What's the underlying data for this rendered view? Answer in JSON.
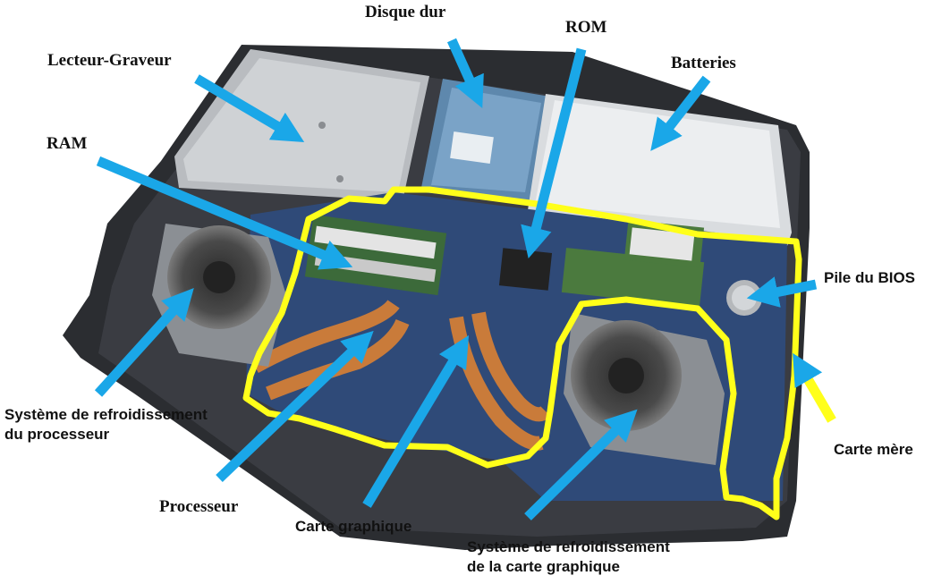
{
  "labels": {
    "hdd": "Disque dur",
    "rom": "ROM",
    "optical": "Lecteur-Graveur",
    "batteries": "Batteries",
    "ram": "RAM",
    "bios": "Pile du BIOS",
    "cpu_cooling_line1": "Système de refroidissement",
    "cpu_cooling_line2": "du processeur",
    "motherboard": "Carte mère",
    "processor": "Processeur",
    "gpu": "Carte graphique",
    "gpu_cooling_line1": "Système de refroidissement",
    "gpu_cooling_line2": "de la carte graphique"
  },
  "colors": {
    "arrow": "#1aa7e8",
    "outline": "#ffff1a",
    "chassis": "#2b2d31",
    "board": "#2f4a78",
    "copper": "#c97b3a",
    "battery": "#eceef0",
    "drive": "#b9bcc0"
  }
}
